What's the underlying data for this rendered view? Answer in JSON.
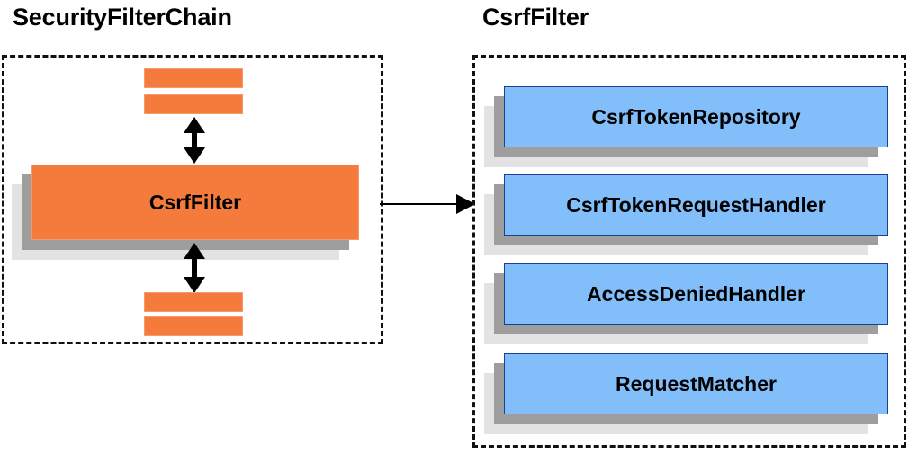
{
  "diagram": {
    "type": "component-relationship-diagram",
    "background_color": "#ffffff",
    "palette": {
      "orange_fill": "#f47b3c",
      "orange_border": "#f79a6b",
      "blue_fill": "#82bef9",
      "blue_border": "#1c3f94",
      "shadow_mid": "#9e9e9e",
      "shadow_back": "#e3e3e3",
      "outline": "#111111",
      "text": "#000000"
    }
  },
  "left_panel": {
    "title": "SecurityFilterChain",
    "border_style": "dashed",
    "filters_above": [
      {
        "label": ""
      },
      {
        "label": ""
      }
    ],
    "highlighted_filter": {
      "label": "CsrfFilter",
      "color": "#f47b3c"
    },
    "filters_below": [
      {
        "label": ""
      },
      {
        "label": ""
      }
    ],
    "arrows": [
      {
        "name": "arrow-above-csrffilter",
        "direction": "bidirectional-vertical"
      },
      {
        "name": "arrow-below-csrffilter",
        "direction": "bidirectional-vertical"
      }
    ]
  },
  "connector": {
    "name": "left-to-right-arrow",
    "direction": "right",
    "label": ""
  },
  "right_panel": {
    "title": "CsrfFilter",
    "border_style": "dashed",
    "collaborators": [
      {
        "label": "CsrfTokenRepository",
        "color": "#82bef9"
      },
      {
        "label": "CsrfTokenRequestHandler",
        "color": "#82bef9"
      },
      {
        "label": "AccessDeniedHandler",
        "color": "#82bef9"
      },
      {
        "label": "RequestMatcher",
        "color": "#82bef9"
      }
    ]
  }
}
